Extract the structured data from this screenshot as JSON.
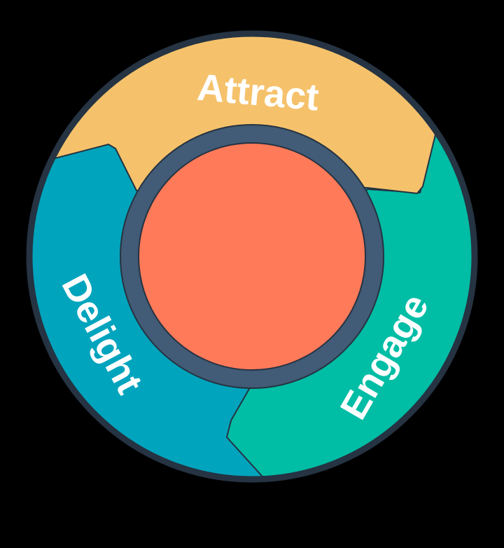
{
  "segments": {
    "attract": {
      "label": "Attract",
      "color": "#f5c26b"
    },
    "engage": {
      "label": "Engage",
      "color": "#00bda5"
    },
    "delight": {
      "label": "Delight",
      "color": "#00a4bd"
    }
  },
  "colors": {
    "outline": "#253342",
    "ring": "#425b76",
    "center": "#ff7a59",
    "background": "#000000"
  }
}
